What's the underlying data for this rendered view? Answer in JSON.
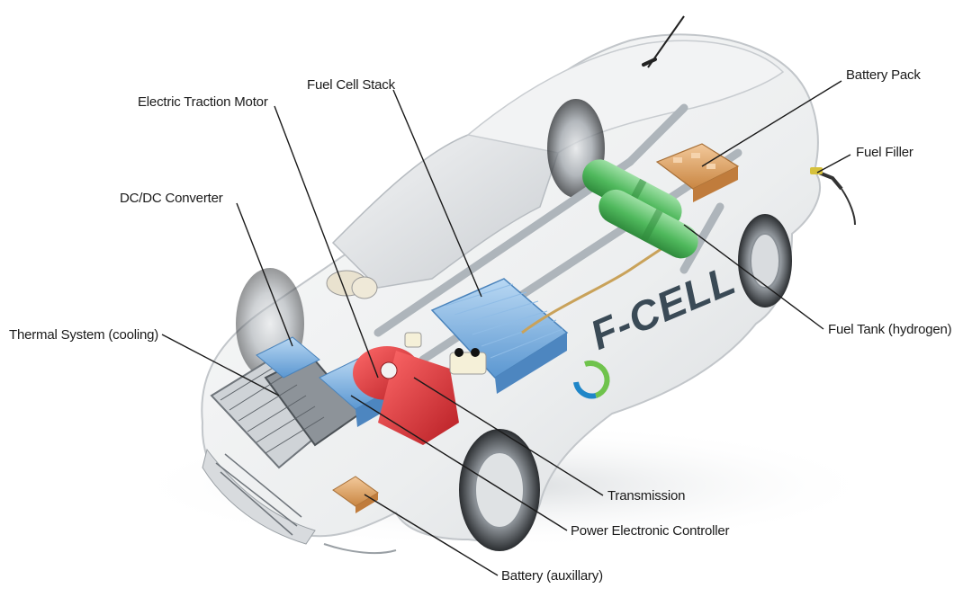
{
  "diagram": {
    "badge": {
      "text": "F-CELL",
      "colors": {
        "ring_green": "#6fc34c",
        "ring_blue": "#1f86c8",
        "text": "#3a4a56"
      }
    },
    "labels": {
      "electric_traction_motor": "Electric Traction Motor",
      "fuel_cell_stack": "Fuel Cell Stack",
      "dc_dc_converter": "DC/DC Converter",
      "thermal_system": "Thermal System (cooling)",
      "battery_pack": "Battery Pack",
      "fuel_filler": "Fuel Filler",
      "fuel_tank": "Fuel Tank (hydrogen)",
      "transmission": "Transmission",
      "power_electronic_controller": "Power Electronic Controller",
      "battery_auxiliary": "Battery (auxillary)"
    },
    "component_colors": {
      "fuel_cell_stack": "#7fb3e3",
      "hydrogen_tanks": "#5fc26c",
      "motor": "#e0343a",
      "battery_pack": "#e3a66a",
      "aux_battery": "#e6a25a",
      "frame": "#b9c0c6"
    }
  }
}
